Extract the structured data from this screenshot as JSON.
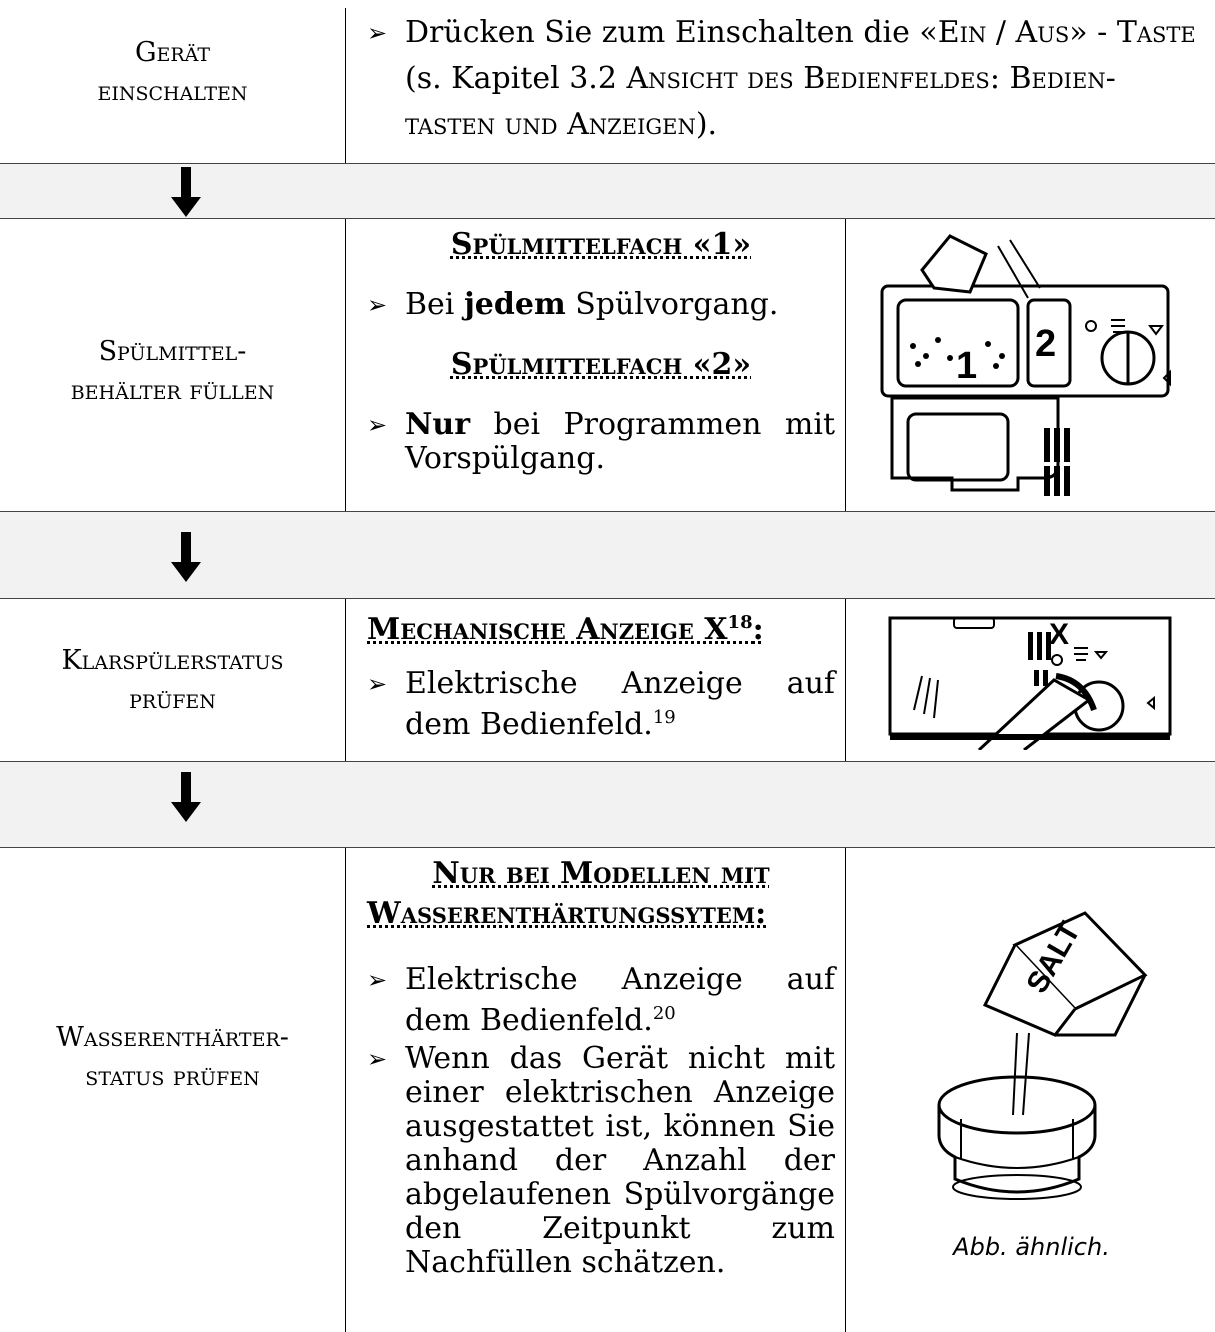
{
  "steps": [
    {
      "label_line1": "Gerät",
      "label_line2": "einschalten",
      "text_prefix": "Drücken Sie zum Einschalten die «",
      "text_key": "Ein / Aus",
      "text_mid": "» - ",
      "text_taste": "Taste",
      "text_line2_a": "(s. Kapitel 3.2 ",
      "text_line2_b": "Ansicht des Bedienfeldes: Bedien-",
      "text_line3": "tasten und Anzeigen",
      "text_line3_end": ")."
    },
    {
      "label_line1": "Spülmittel-",
      "label_line2": "behälter füllen",
      "heading1": "Spülmittelfach «1»",
      "bullet1_a": "Bei ",
      "bullet1_bold": "jedem",
      "bullet1_b": " Spülvorgang.",
      "heading2": "Spülmittelfach «2»",
      "bullet2_bold": "Nur",
      "bullet2_rest": " bei Programmen mit Vorspülgang.",
      "figure_compartment_1": "1",
      "figure_compartment_2": "2"
    },
    {
      "label_line1": "Klarspülerstatus",
      "label_line2": "prüfen",
      "heading": "Mechanische Anzeige X",
      "heading_sup": "18",
      "heading_end": ":",
      "bullet": "Elektrische Anzeige auf dem Bedienfeld.",
      "bullet_sup": "19",
      "figure_marker": "X"
    },
    {
      "label_line1": "Wasserenthärter-",
      "label_line2": "status prüfen",
      "heading_line1": "Nur bei Modellen mit",
      "heading_line2": "Wasserenthärtungssytem:",
      "bullet1": "Elektrische Anzeige auf dem Bedienfeld.",
      "bullet1_sup": "20",
      "bullet2": "Wenn das Gerät nicht mit einer elektrischen Anzeige ausgestattet ist, können Sie anhand der Anzahl der abgelaufenen Spülvorgänge den Zeitpunkt zum Nachfüllen schätzen.",
      "figure_text": "SALT",
      "caption": "Abb. ähnlich."
    }
  ],
  "bullet_glyph": "➢"
}
